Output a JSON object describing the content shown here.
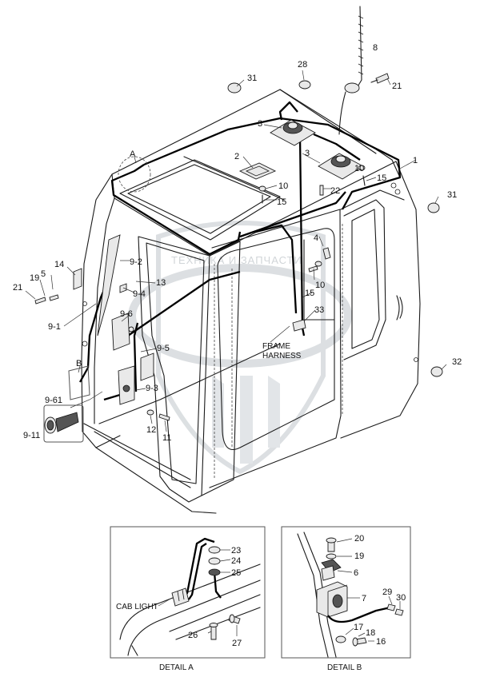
{
  "watermark": {
    "text": "ТЕХНИКА И ЗАПЧАСТИ"
  },
  "callouts": {
    "c1": "1",
    "c2": "2",
    "c3a": "3",
    "c3b": "3",
    "c4": "4",
    "c5": "5",
    "c8": "8",
    "c9_1": "9-1",
    "c9_2": "9-2",
    "c9_3": "9-3",
    "c9_4": "9-4",
    "c9_5": "9-5",
    "c9_6": "9-6",
    "c9_11": "9-11",
    "c9_61": "9-61",
    "c10a": "10",
    "c10b": "10",
    "c10c": "10",
    "c11": "11",
    "c12": "12",
    "c13": "13",
    "c14": "14",
    "c15a": "15",
    "c15b": "15",
    "c15c": "15",
    "c19": "19",
    "c21a": "21",
    "c21b": "21",
    "c22": "22",
    "c28": "28",
    "c31a": "31",
    "c31b": "31",
    "c32": "32",
    "c33": "33",
    "detA": "A",
    "detB": "B"
  },
  "frame_harness": {
    "line1": "FRAME",
    "line2": "HARNESS"
  },
  "detail_a": {
    "title": "DETAIL A",
    "cab_light": "CAB LIGHT",
    "c23": "23",
    "c24": "24",
    "c25": "25",
    "c26": "26",
    "c27": "27"
  },
  "detail_b": {
    "title": "DETAIL B",
    "c6": "6",
    "c7": "7",
    "c16": "16",
    "c17": "17",
    "c18": "18",
    "c19": "19",
    "c20": "20",
    "c29": "29",
    "c30": "30"
  }
}
